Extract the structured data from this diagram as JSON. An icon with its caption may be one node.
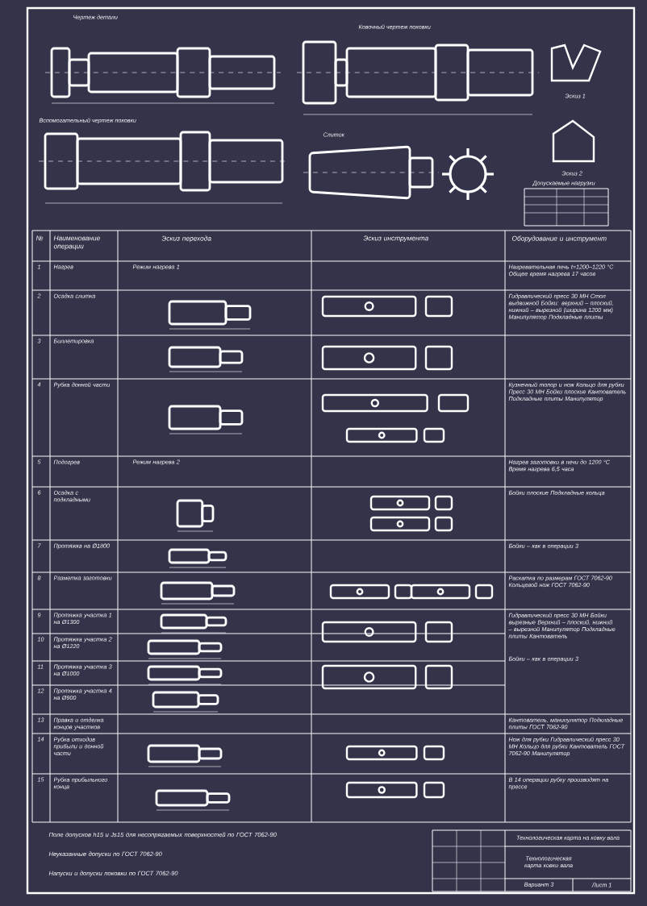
{
  "diagram": {
    "labels": [
      "Чертеж детали",
      "Ковочный чертеж поковки",
      "Эскиз 1",
      "Вспомогательный чертеж поковки",
      "Слиток",
      "Эскиз 2",
      "Допускаемые нагрузки",
      "№",
      "Наименование операции",
      "Эскиз перехода",
      "Эскиз инструмента",
      "Оборудование и инструмент",
      "1",
      "Нагрев",
      "Режим нагрева 1",
      "Нагревательная печь t=1200–1220 °С Общее время нагрева 17 часов",
      "2",
      "Осадка слитка",
      "Гидравлический пресс 30 МН Стол выдвижной Бойки: верхний – плоский, нижний – вырезной (ширина 1200 мм) Манипулятор Подкладные плиты",
      "3",
      "Биллетировка",
      "4",
      "Рубка донной части",
      "Кузнечный топор и нож Кольцо для рубки Пресс 30 МН Бойки плоские Кантователь Подкладные плиты Манипулятор",
      "5",
      "Подогрев",
      "Режим нагрева 2",
      "Нагрев заготовки в печи до 1200 °С Время нагрева 6,5 часа",
      "6",
      "Осадка с подкладными",
      "Бойки плоские Подкладные кольца",
      "7",
      "Протяжка на Ø1800",
      "Бойки – как в операции 3",
      "8",
      "Разметка заготовки",
      "Раскатка по размерам ГОСТ 7062-90 Кольцевой нож ГОСТ 7062-90",
      "9",
      "Протяжка участка 1 на Ø1300",
      "Гидравлический пресс 30 МН Бойки вырезные Верхний – плоский, нижний – вырезной Манипулятор Подкладные плиты Кантователь",
      "10",
      "Протяжка участка 2 на Ø1220",
      "Бойки – как в операции 3",
      "11",
      "Протяжка участка 3 на Ø1000",
      "12",
      "Протяжка участка 4 на Ø900",
      "13",
      "Правка и отделка концов участков",
      "Кантователь, манипулятор Подкладные плиты ГОСТ 7062-90",
      "14",
      "Рубка отходов прибыли и донной части",
      "Нож для рубки Гидравлический пресс 30 МН Кольцо для рубки Кантователь ГОСТ 7062-90 Манипулятор",
      "15",
      "Рубка прибыльного конца",
      "В 14 операции рубку производят на прессе",
      "Поле допусков h15 и Js15 для несопрягаемых поверхностей по ГОСТ 7062-90",
      "Неуказанные допуски по ГОСТ 7062-90",
      "Напуски и допуски поковки по ГОСТ 7062-90",
      "Технологическая карта на ковку вала",
      "Технологическая карта ковки вала",
      "Вариант 3",
      "Лист 1"
    ]
  }
}
